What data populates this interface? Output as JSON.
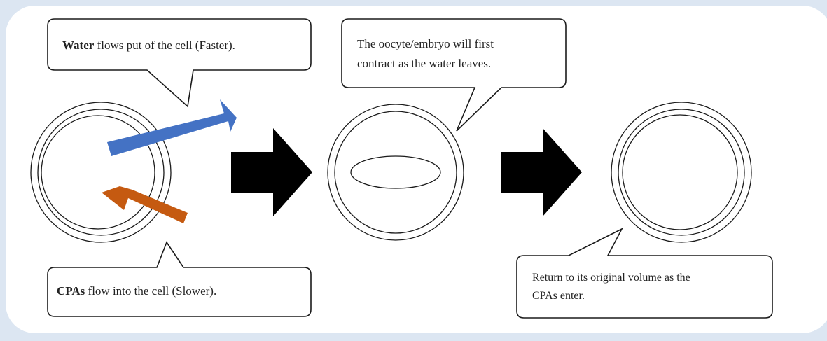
{
  "callouts": {
    "water": {
      "bold": "Water",
      "rest": " flows put of the cell (Faster)."
    },
    "cpas": {
      "bold": "CPAs",
      "rest": " flow into the cell (Slower)."
    },
    "contract": {
      "line1": "The oocyte/embryo will first",
      "line2": "contract as the water leaves."
    },
    "return": {
      "line1": "Return to its original volume as the",
      "line2": "CPAs enter."
    }
  },
  "colors": {
    "background": "#dce6f2",
    "panel": "#ffffff",
    "water_arrow": "#4472c4",
    "cpa_arrow": "#c55a11",
    "step_arrow": "#000000"
  },
  "icons": [
    "water-outflow-arrow",
    "cpa-inflow-arrow",
    "step-arrow",
    "step-arrow"
  ]
}
